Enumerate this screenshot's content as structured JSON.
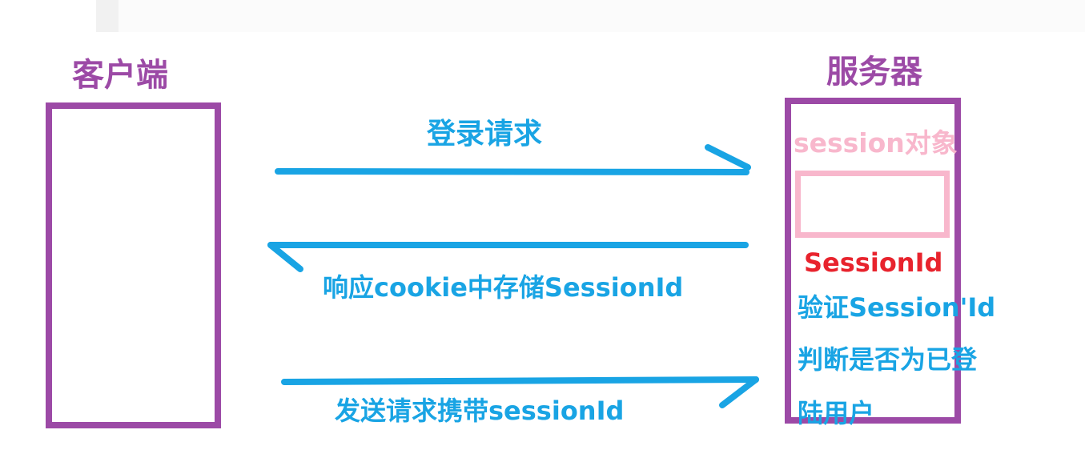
{
  "client": {
    "title": "客户端"
  },
  "server": {
    "title": "服务器",
    "session_object_label": "session对象",
    "session_id_label": "SessionId",
    "verify_text": "验证Session'Id",
    "judge_text": "判断是否为已登",
    "judge_text_2": "陆用户"
  },
  "arrows": {
    "login_request": "登录请求",
    "response_cookie": "响应cookie中存储SessionId",
    "send_request": "发送请求携带sessionId"
  },
  "colors": {
    "box": "#9c4aa6",
    "arrow": "#19a4e4",
    "session_object": "#f8b7cc",
    "session_id": "#e8232d"
  }
}
